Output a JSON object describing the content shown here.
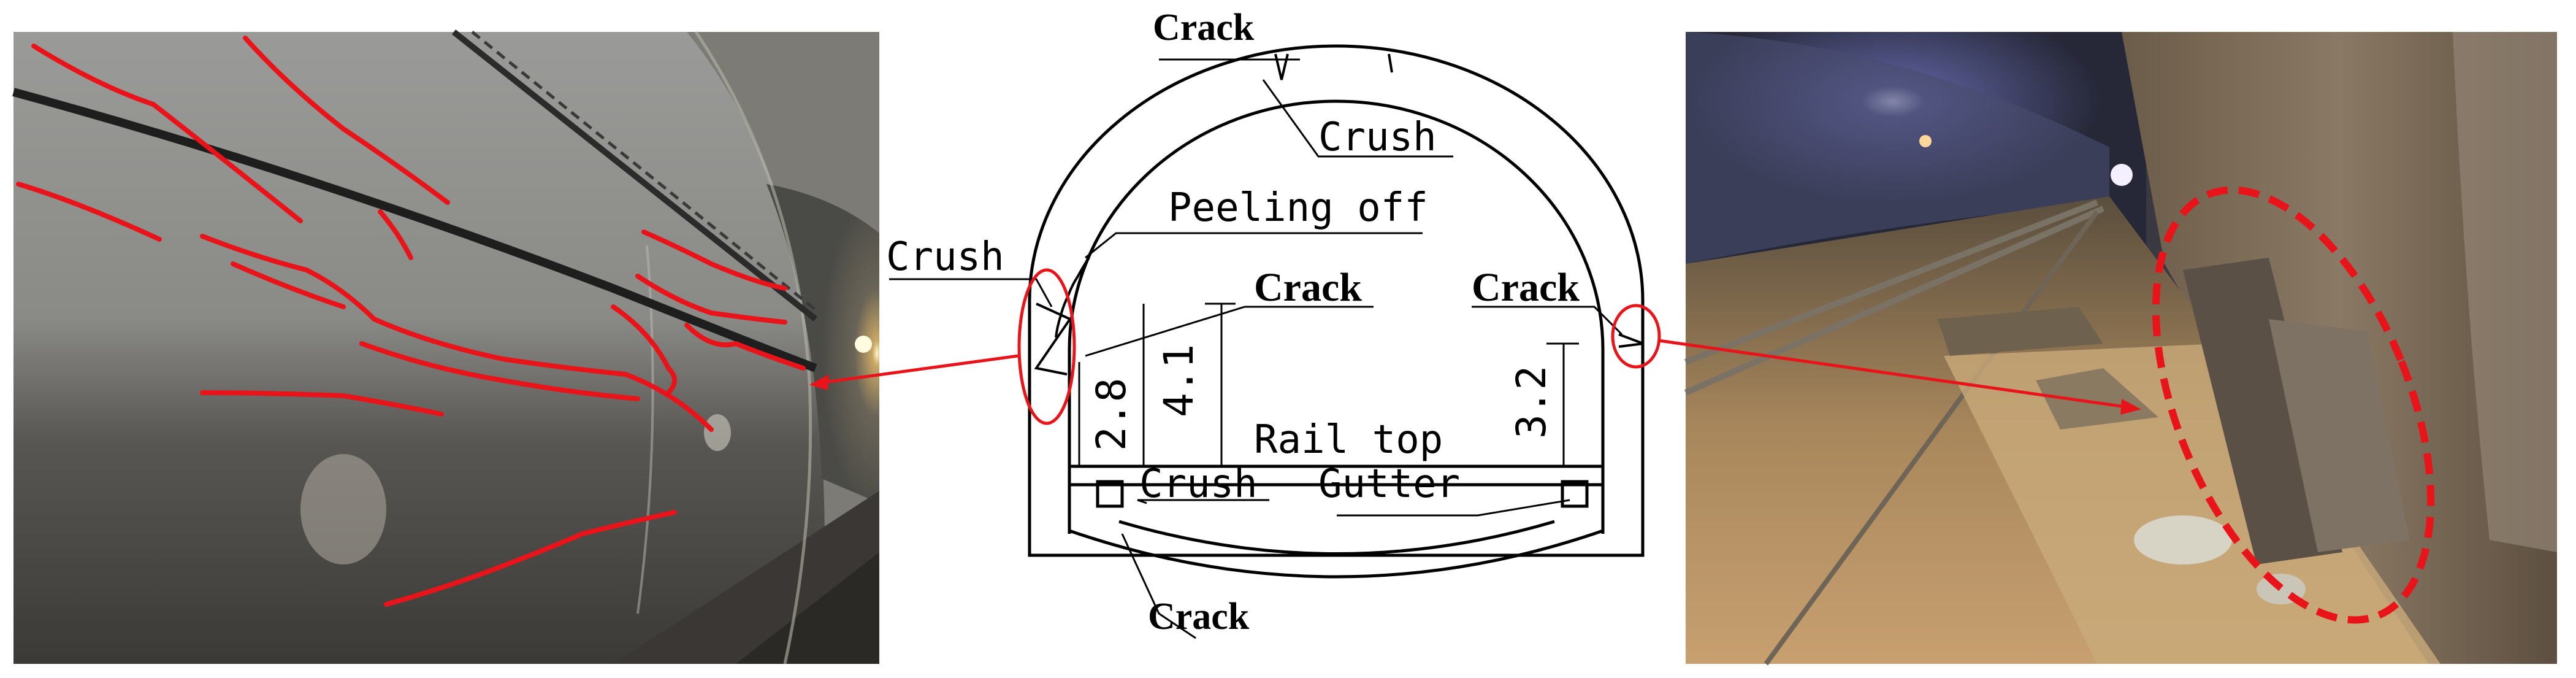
{
  "figure": {
    "labels": {
      "crack_top": "Crack",
      "crush_top": "Crush",
      "peeling_off": "Peeling off",
      "crush_left": "Crush",
      "crack_left": "Crack",
      "crack_right": "Crack",
      "dim_1": "2.8",
      "dim_2": "4.1",
      "dim_3": "3.2",
      "rail_top": "Rail top",
      "crush_bottom": "Crush",
      "gutter": "Gutter",
      "crack_bottom": "Crack"
    },
    "colors": {
      "crack_annotation": "#e8141a",
      "drawing_line": "#000000"
    }
  }
}
